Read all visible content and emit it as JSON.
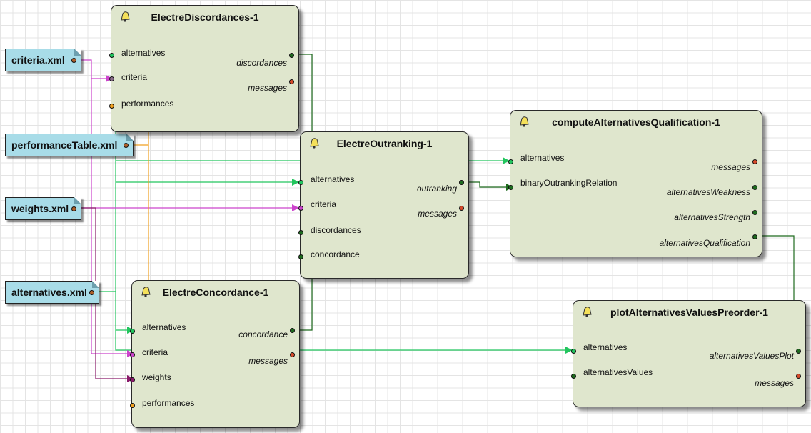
{
  "files": {
    "criteria": "criteria.xml",
    "performance_table": "performanceTable.xml",
    "weights": "weights.xml",
    "alternatives": "alternatives.xml"
  },
  "boxes": {
    "discordances": {
      "title": "ElectreDiscordances-1",
      "inputs": [
        "alternatives",
        "criteria",
        "performances"
      ],
      "outputs": [
        "discordances",
        "messages"
      ]
    },
    "outranking": {
      "title": "ElectreOutranking-1",
      "inputs": [
        "alternatives",
        "criteria",
        "discordances",
        "concordance"
      ],
      "outputs": [
        "outranking",
        "messages"
      ]
    },
    "concordance": {
      "title": "ElectreConcordance-1",
      "inputs": [
        "alternatives",
        "criteria",
        "weights",
        "performances"
      ],
      "outputs": [
        "concordance",
        "messages"
      ]
    },
    "qualification": {
      "title": "computeAlternativesQualification-1",
      "inputs": [
        "alternatives",
        "binaryOutrankingRelation"
      ],
      "outputs": [
        "messages",
        "alternativesWeakness",
        "alternativesStrength",
        "alternativesQualification"
      ]
    },
    "preorder": {
      "title": "plotAlternativesValuesPreorder-1",
      "inputs": [
        "alternatives",
        "alternativesValues"
      ],
      "outputs": [
        "alternativesValuesPlot",
        "messages"
      ]
    }
  },
  "colors": {
    "alternatives_wire": "#22c55e",
    "criteria_wire": "#cc44cc",
    "performances_wire": "#f0a020",
    "weights_wire": "#8a1a6a",
    "data_wire": "#1e6b1e",
    "box_fill": "#dfe6cd",
    "file_fill": "#a8dce8",
    "message_port": "#d84a2a"
  }
}
